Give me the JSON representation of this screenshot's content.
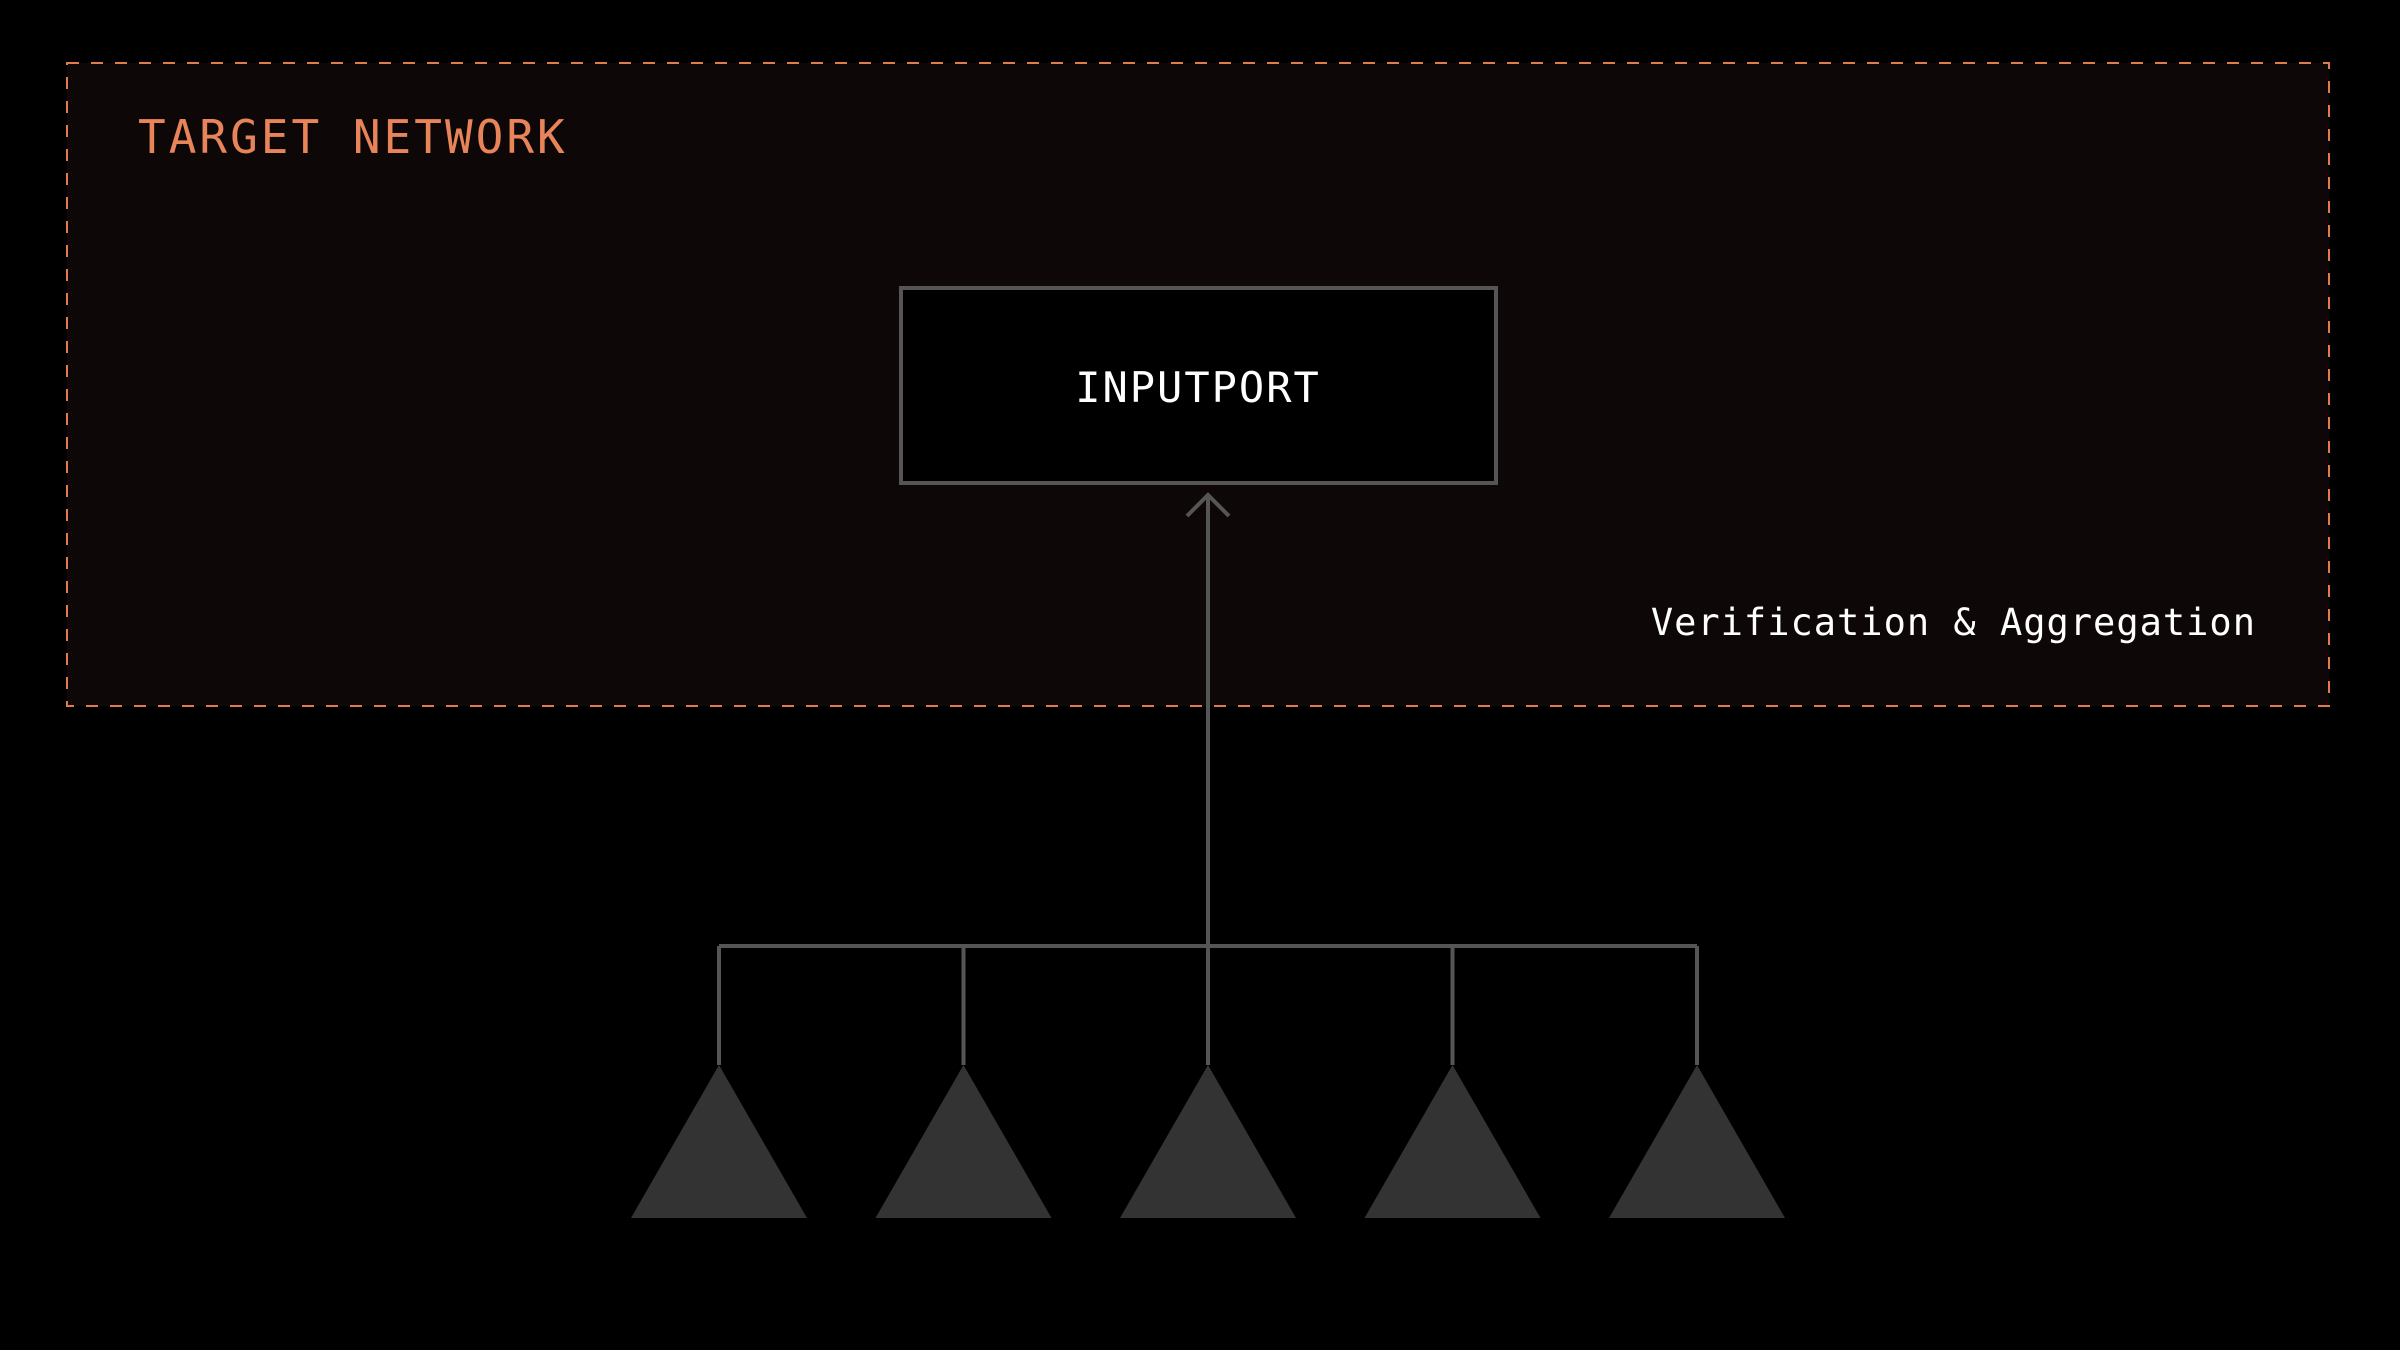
{
  "colors": {
    "background": "#000000",
    "region_fill": "#0e0707",
    "region_border": "#e07a4f",
    "region_title": "#e8845a",
    "box_border": "#555555",
    "box_fill": "#000000",
    "connector": "#555555",
    "node_fill": "#333333",
    "text": "#ffffff"
  },
  "region": {
    "title": "TARGET NETWORK",
    "caption": "Verification & Aggregation"
  },
  "inputport": {
    "label": "INPUTPORT"
  },
  "nodes": {
    "count": 5,
    "shape": "triangle-icon"
  }
}
